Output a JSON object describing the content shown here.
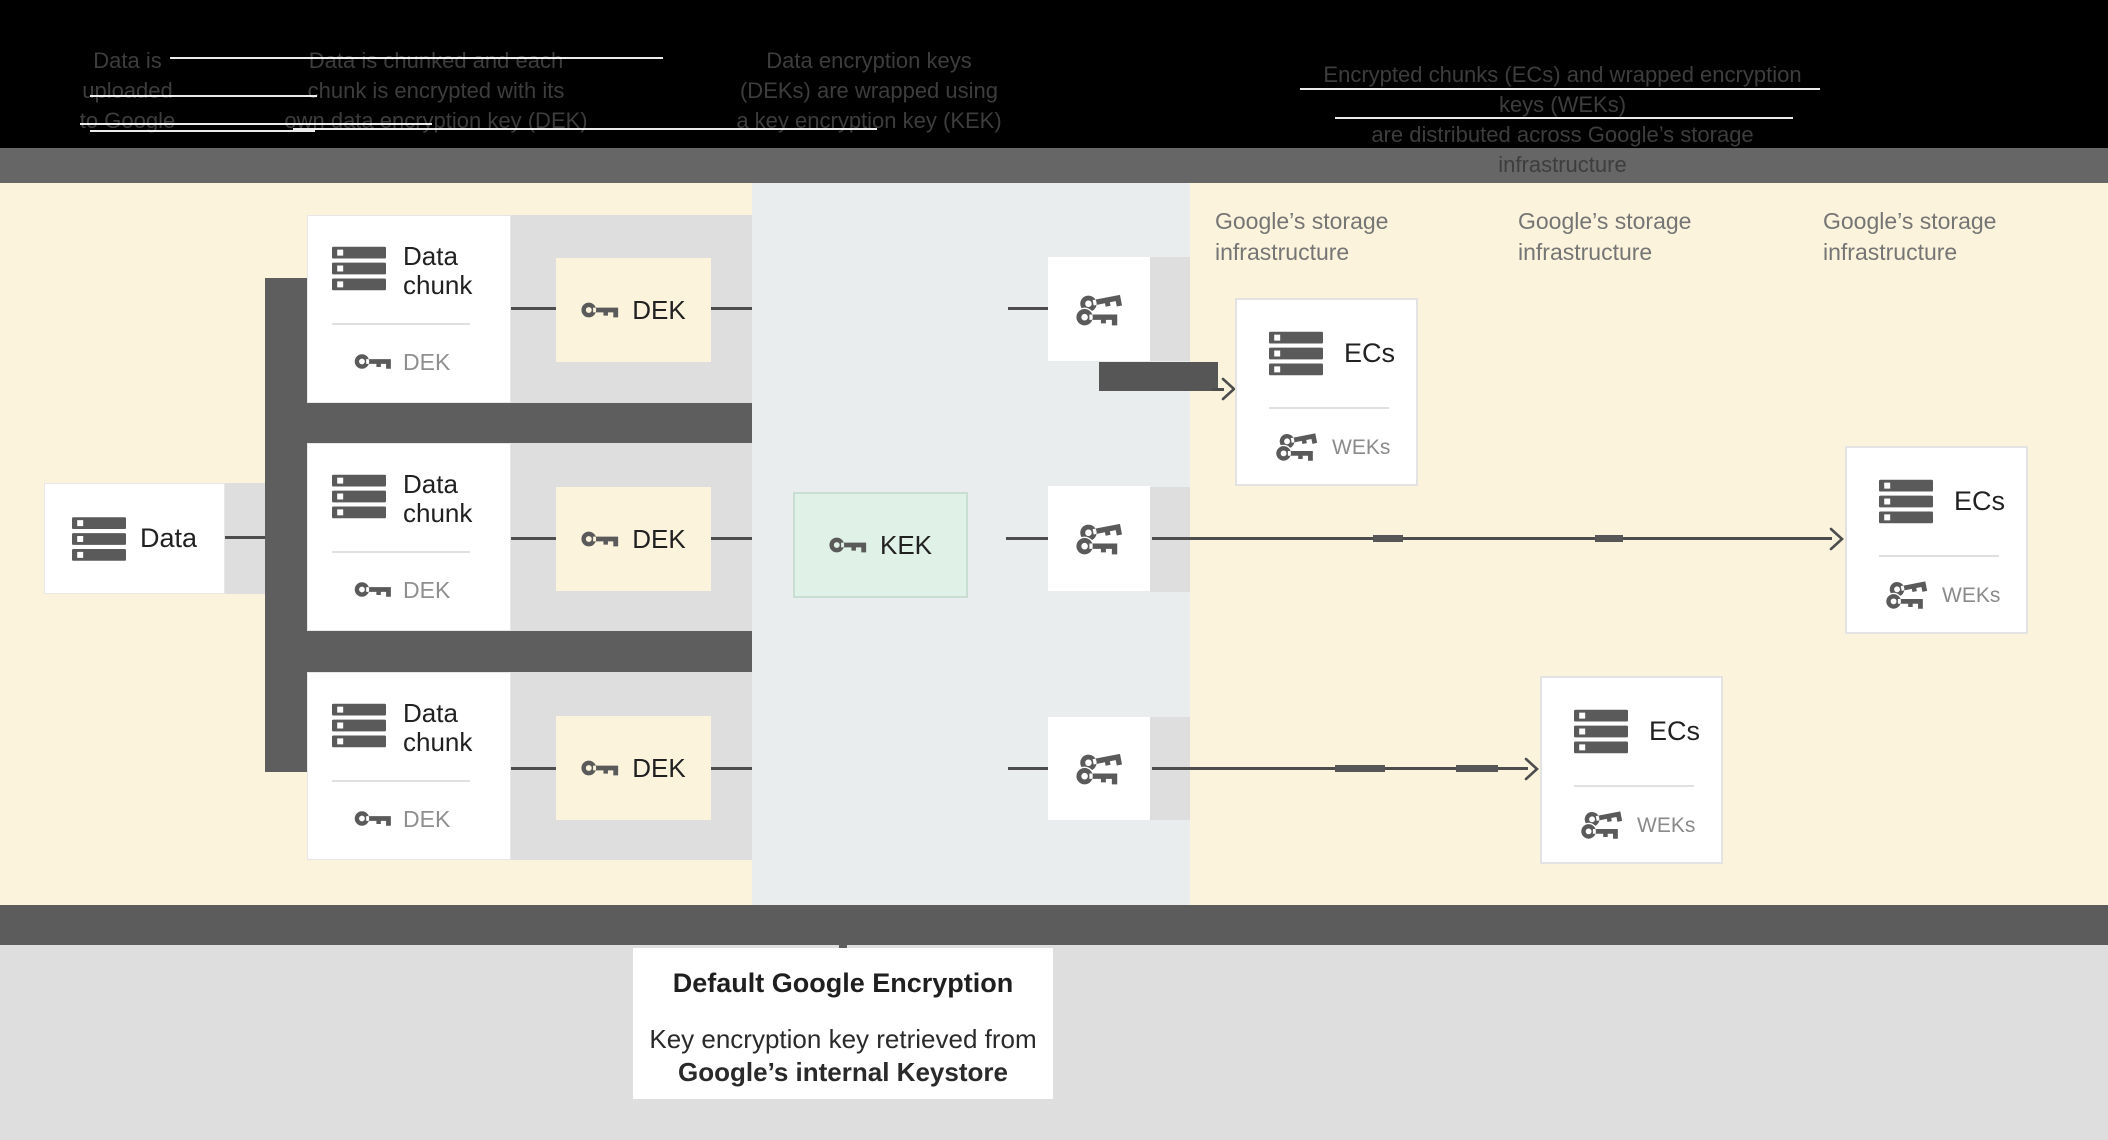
{
  "header": {
    "steps": [
      {
        "lines": [
          "Data is",
          "uploaded",
          "to Google"
        ]
      },
      {
        "lines": [
          "Data is chunked and each",
          "chunk is encrypted with its",
          "own data encryption key (DEK)"
        ]
      },
      {
        "lines": [
          "Data encryption keys",
          "(DEKs) are wrapped using",
          "a key encryption key (KEK)"
        ]
      },
      {
        "lines": [
          "Encrypted chunks (ECs) and wrapped encryption keys (WEKs)",
          "are distributed across Google’s storage infrastructure"
        ]
      }
    ]
  },
  "labels": {
    "data": "Data",
    "chunk_line1": "Data",
    "chunk_line2": "chunk",
    "dek": "DEK",
    "kek": "KEK",
    "ecs": "ECs",
    "weks": "WEKs",
    "storage_line1": "Google’s storage",
    "storage_line2": "infrastructure"
  },
  "caption": {
    "title": "Default Google Encryption",
    "line1": "Key encryption key retrieved from",
    "line2": "Google’s internal Keystore"
  },
  "icons": {
    "server": "server-icon",
    "key": "key-icon",
    "keys": "double-key-icon",
    "arrow": "arrow-head-icon"
  },
  "colors": {
    "cream": "#fbf3dc",
    "panel": "#e9edee",
    "band": "#dedede",
    "dark": "#5e5e5e",
    "topbar": "#666666",
    "bottombar": "#5c5c5c",
    "mint": "#e0f1e8",
    "mint_border": "#c9ded2",
    "icon": "#5a5a5a",
    "line": "#4d4d4d",
    "text_dark": "#212121",
    "text_gray": "#757575",
    "label_gray": "#8f8f8f",
    "header_text": "#3d3d3d",
    "footer": "#dedede"
  }
}
